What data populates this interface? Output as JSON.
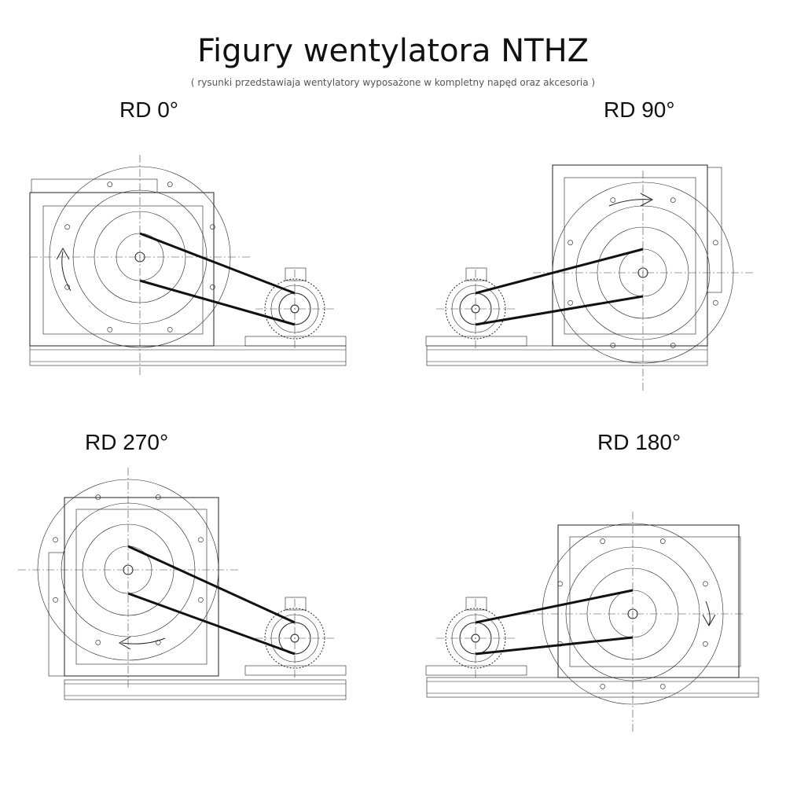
{
  "header": {
    "title": "Figury wentylatora NTHZ",
    "subtitle": "( rysunki przedstawiaja wentylatory wyposażone w kompletny napęd oraz akcesoria )"
  },
  "figures": [
    {
      "label": "RD 0°",
      "rotation_deg": 0
    },
    {
      "label": "RD 90°",
      "rotation_deg": 90
    },
    {
      "label": "RD 270°",
      "rotation_deg": 270
    },
    {
      "label": "RD 180°",
      "rotation_deg": 180
    }
  ]
}
